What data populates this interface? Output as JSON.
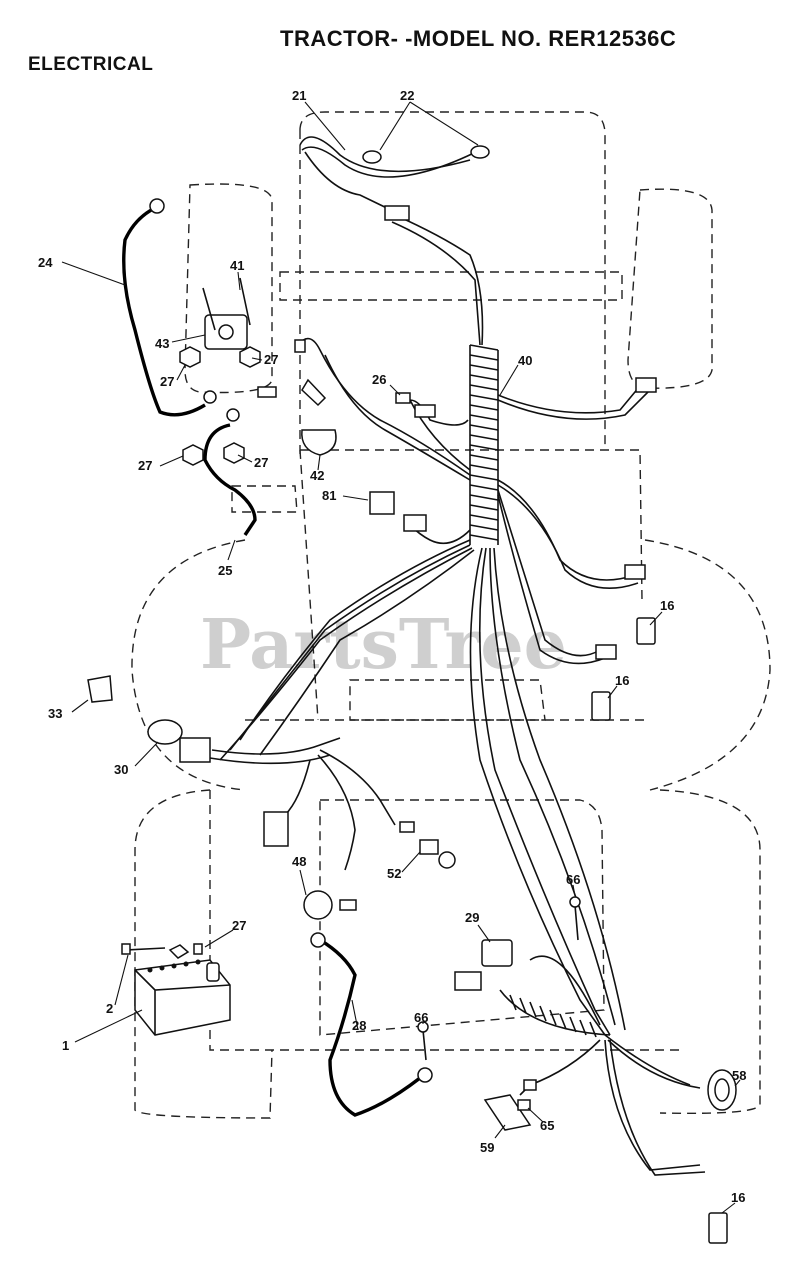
{
  "header": {
    "title": "TRACTOR- -MODEL NO. RER12536C",
    "section": "ELECTRICAL"
  },
  "watermark": "PartsTree",
  "callouts": {
    "c21": "21",
    "c22": "22",
    "c24": "24",
    "c41": "41",
    "c43": "43",
    "c27a": "27",
    "c27b": "27",
    "c27c": "27",
    "c27d": "27",
    "c27e": "27",
    "c40": "40",
    "c26": "26",
    "c42": "42",
    "c81": "81",
    "c25": "25",
    "c16a": "16",
    "c16b": "16",
    "c16c": "16",
    "c33": "33",
    "c30": "30",
    "c48": "48",
    "c52": "52",
    "c29": "29",
    "c66a": "66",
    "c66b": "66",
    "c2": "2",
    "c1": "1",
    "c28": "28",
    "c58": "58",
    "c59": "59",
    "c65": "65"
  }
}
